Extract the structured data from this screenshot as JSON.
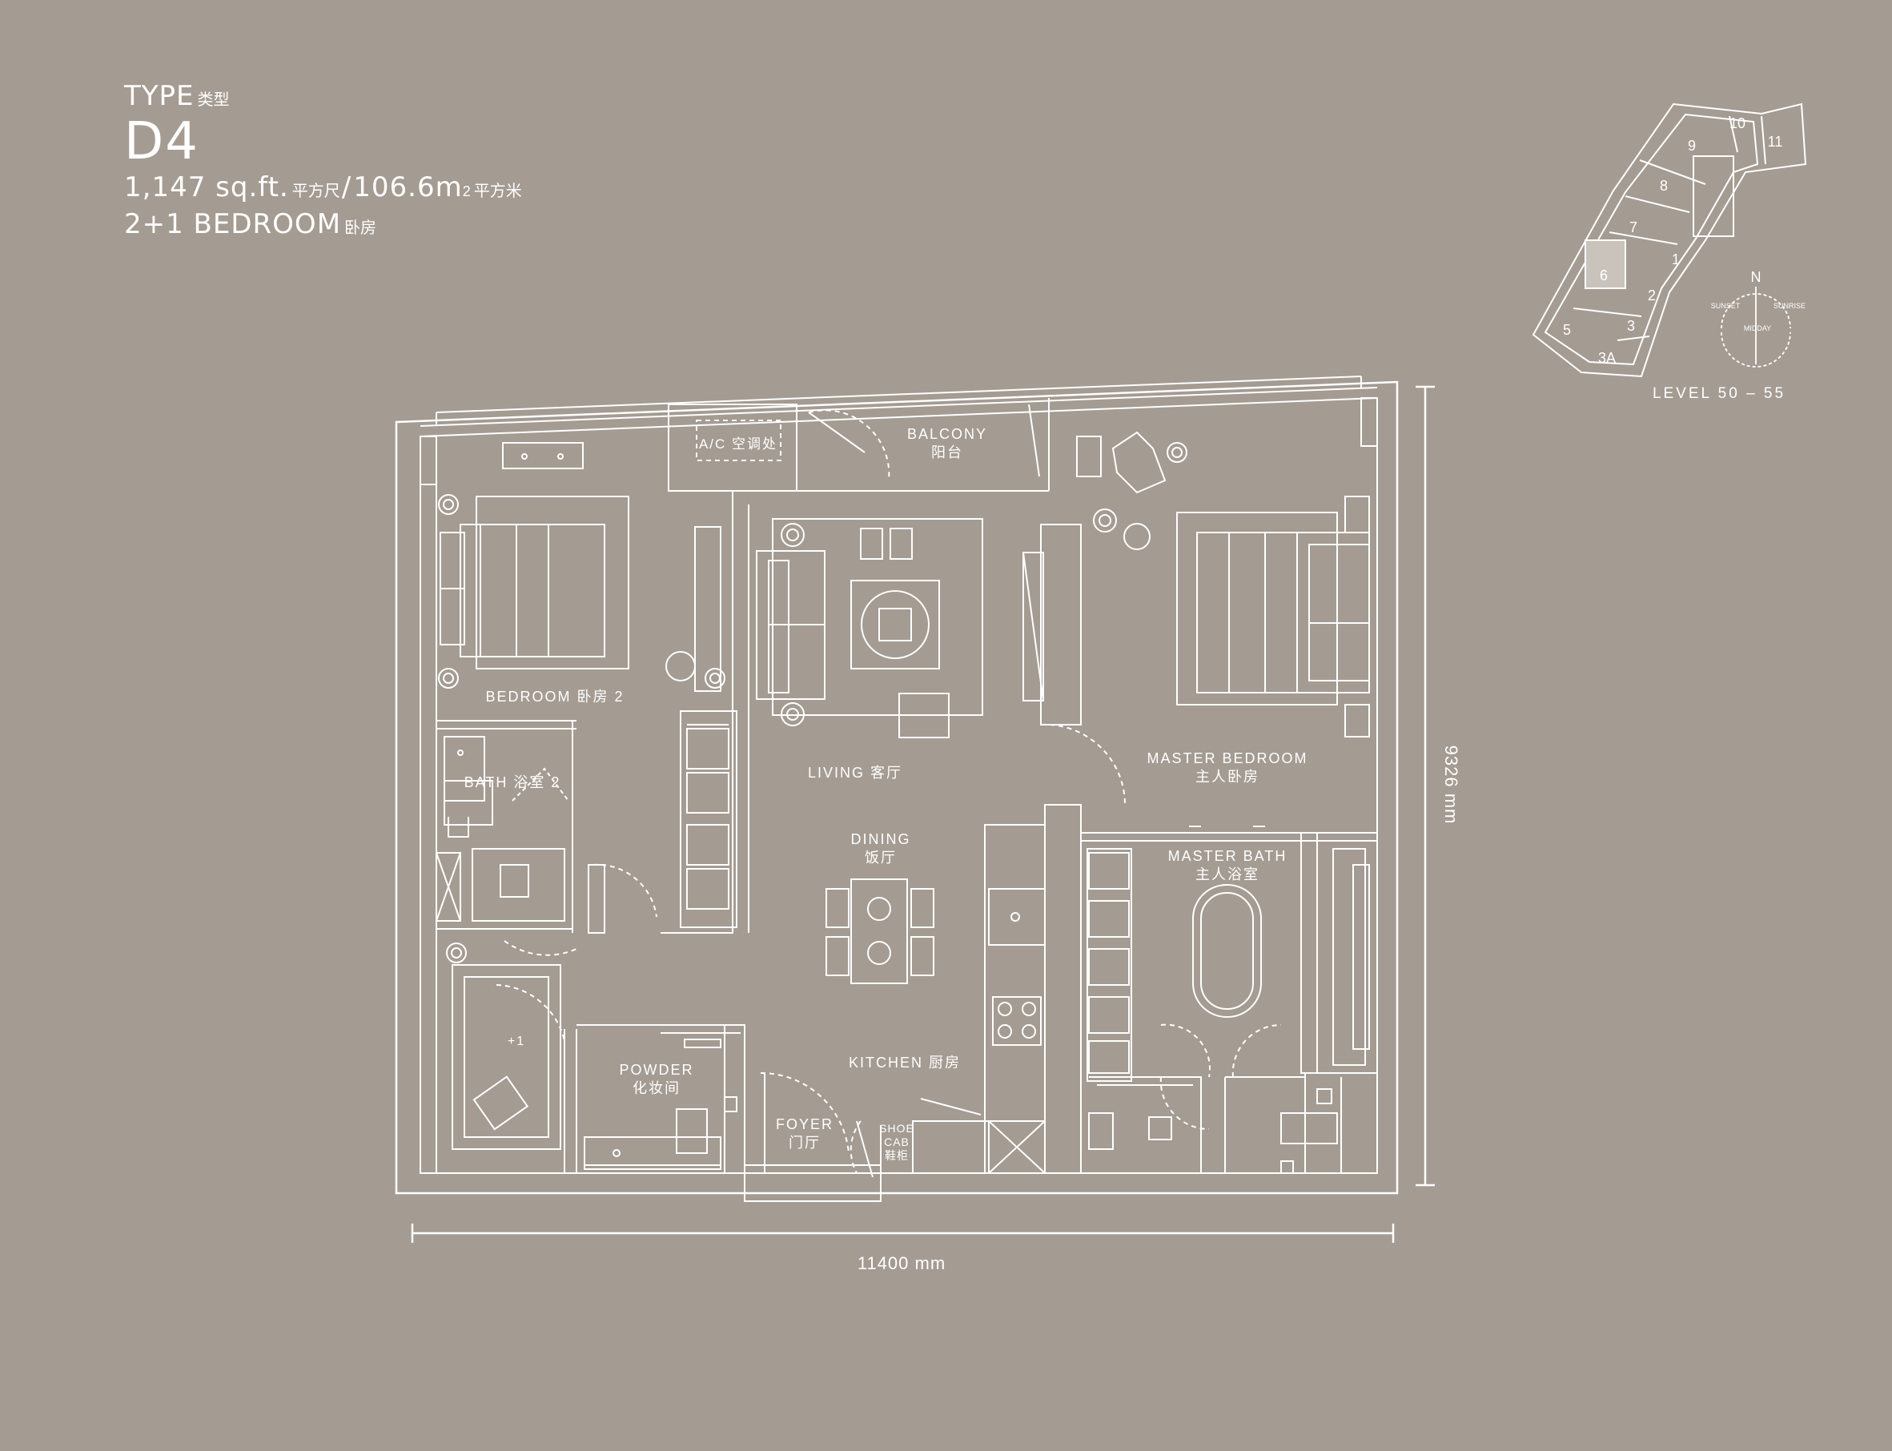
{
  "header": {
    "type_label": "TYPE",
    "type_label_cn": "类型",
    "type_code": "D4",
    "area_sqft": "1,147 sq.ft.",
    "area_sqft_cn": "平方尺",
    "separator": "/",
    "area_m2": "106.6m",
    "area_m2_sup": "2",
    "area_m2_cn": "平方米",
    "bedrooms": "2+1 BEDROOM",
    "bedrooms_cn": "卧房"
  },
  "rooms": {
    "balcony": "BALCONY",
    "balcony_cn": "阳台",
    "ac": "A/C 空调处",
    "bedroom2": "BEDROOM 卧房 2",
    "bath2": "BATH 浴室 2",
    "living": "LIVING 客厅",
    "dining": "DINING",
    "dining_cn": "饭厅",
    "master_bedroom": "MASTER BEDROOM",
    "master_bedroom_cn": "主人卧房",
    "master_bath": "MASTER BATH",
    "master_bath_cn": "主人浴室",
    "plus_one": "+1",
    "powder": "POWDER",
    "powder_cn": "化妆间",
    "kitchen": "KITCHEN 厨房",
    "foyer": "FOYER",
    "foyer_cn": "门厅",
    "shoe1": "SHOE",
    "shoe2": "CAB",
    "shoe_cn": "鞋柜"
  },
  "dimensions": {
    "width": "11400 mm",
    "height": "9326 mm"
  },
  "keyplan": {
    "units": [
      "10",
      "11",
      "9",
      "8",
      "7",
      "1",
      "6",
      "2",
      "3",
      "5",
      "3A"
    ],
    "highlighted_unit": "6",
    "level": "LEVEL 50 – 55",
    "compass_n": "N",
    "sunset": "SUNSET",
    "sunrise": "SUNRISE",
    "midday": "MIDDAY"
  },
  "colors": {
    "background": "#a49b92",
    "line": "#ffffff",
    "highlight": "#c9c3bc"
  }
}
